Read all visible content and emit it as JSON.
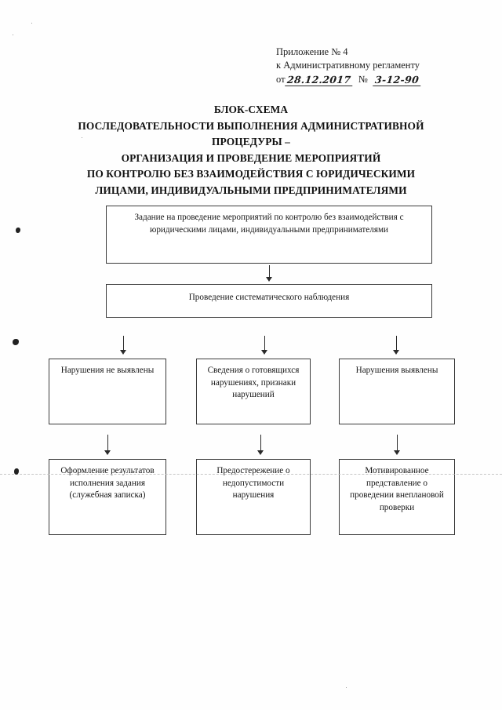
{
  "header": {
    "appendix_line": "Приложение № 4",
    "regulation_line": "к Административному регламенту",
    "date_label": "от",
    "date_value": "28.12.2017",
    "number_label": "№",
    "number_value": "3-12-90"
  },
  "title": {
    "line1": "БЛОК-СХЕМА",
    "line2": "ПОСЛЕДОВАТЕЛЬНОСТИ ВЫПОЛНЕНИЯ АДМИНИСТРАТИВНОЙ",
    "line3": "ПРОЦЕДУРЫ –",
    "line4": "ОРГАНИЗАЦИЯ И ПРОВЕДЕНИЕ МЕРОПРИЯТИЙ",
    "line5": "ПО КОНТРОЛЮ БЕЗ ВЗАИМОДЕЙСТВИЯ С ЮРИДИЧЕСКИМИ",
    "line6": "ЛИЦАМИ, ИНДИВИДУАЛЬНЫМИ ПРЕДПРИНИМАТЕЛЯМИ"
  },
  "flowchart": {
    "boxes": [
      {
        "id": "task",
        "text": "Задание на проведение мероприятий по контролю без взаимодействия с юридическими лицами, индивидуальными предпринимателями"
      },
      {
        "id": "observation",
        "text": "Проведение систематического наблюдения"
      },
      {
        "id": "no-violations",
        "text": "Нарушения не выявлены"
      },
      {
        "id": "information",
        "text": "Сведения о готовящихся нарушениях, признаки нарушений"
      },
      {
        "id": "violations",
        "text": "Нарушения выявлены"
      },
      {
        "id": "result",
        "text": "Оформление результатов исполнения задания (служебная записка)"
      },
      {
        "id": "warning",
        "text": "Предостережение о недопустимости нарушения"
      },
      {
        "id": "motivated",
        "text": "Мотивированное представление о проведении внеплановой проверки"
      }
    ],
    "arrow_count": 7,
    "colors": {
      "ink": "#1a1a1a",
      "box_border": "#3a3a3a",
      "paper": "#ffffff"
    }
  }
}
